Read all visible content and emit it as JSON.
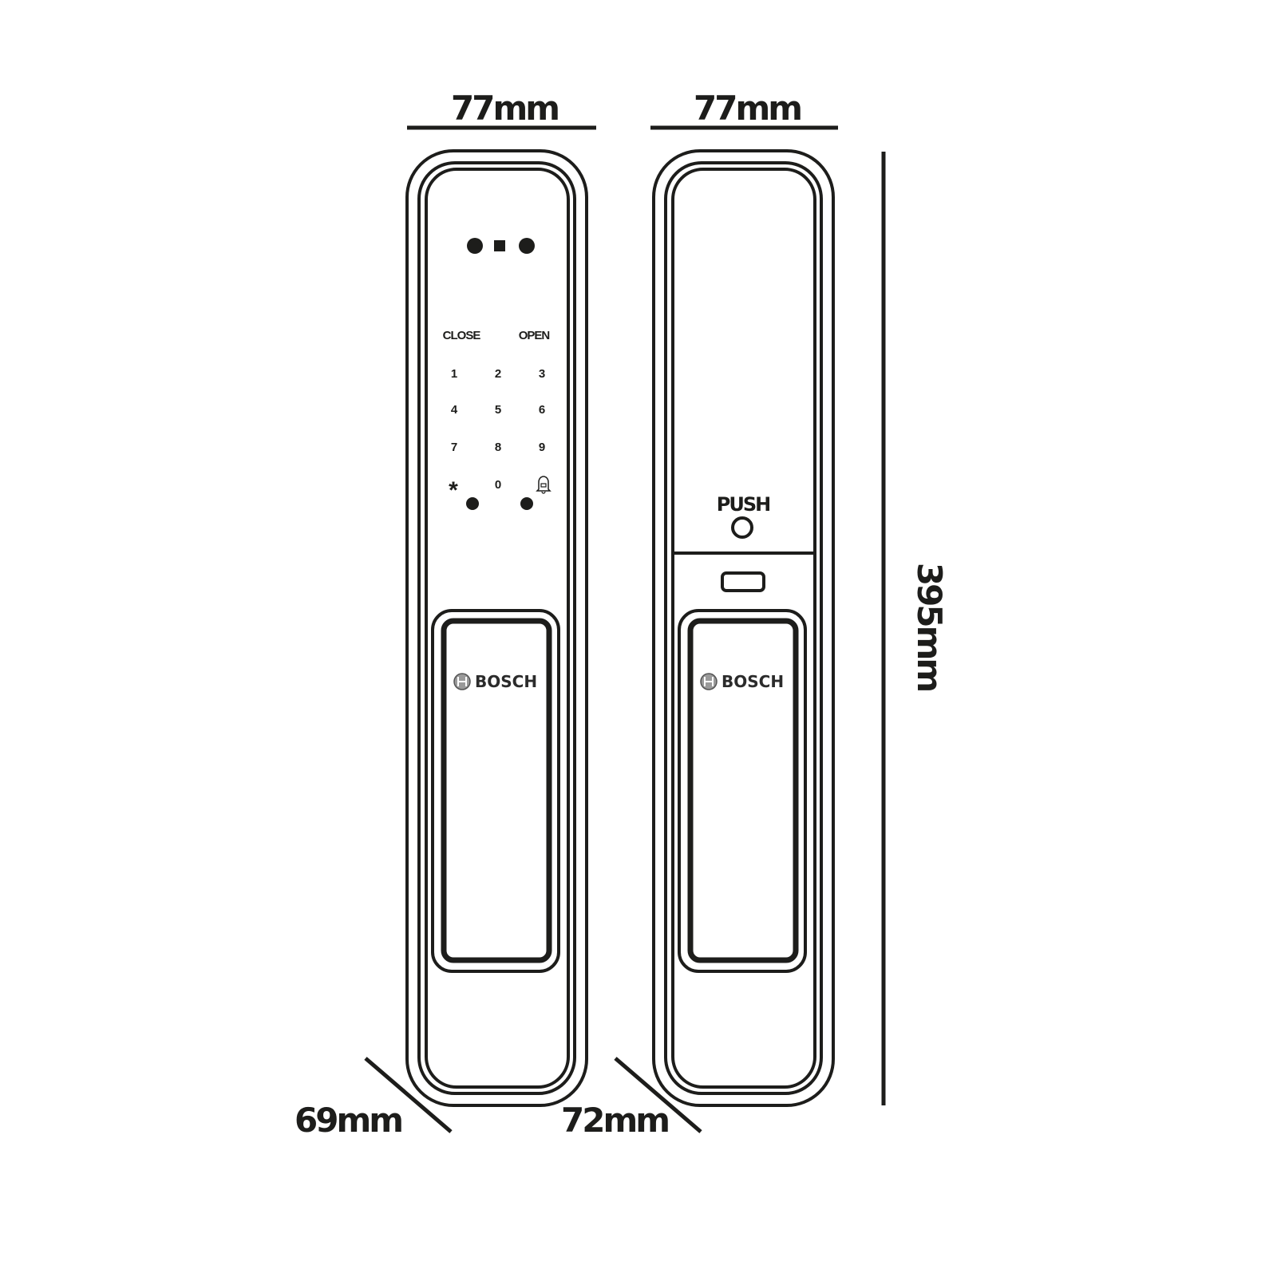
{
  "dimensions": {
    "front_width": "77mm",
    "back_width": "77mm",
    "height": "395mm",
    "front_depth": "69mm",
    "back_depth": "72mm"
  },
  "front_panel": {
    "close_label": "CLOSE",
    "open_label": "OPEN",
    "keys": [
      "1",
      "2",
      "3",
      "4",
      "5",
      "6",
      "7",
      "8",
      "9",
      "*",
      "0"
    ],
    "bell_icon": "bell-icon",
    "brand": "BOSCH"
  },
  "back_panel": {
    "push_label": "PUSH",
    "brand": "BOSCH"
  },
  "colors": {
    "line": "#1d1d1b",
    "background": "#ffffff"
  }
}
